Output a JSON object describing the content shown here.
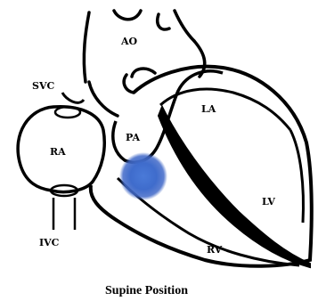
{
  "diagram": {
    "labels": {
      "ao": "AO",
      "svc": "SVC",
      "pa": "PA",
      "la": "LA",
      "ra": "RA",
      "lv": "LV",
      "ivc": "IVC",
      "rv": "RV"
    },
    "caption": "Supine Position",
    "marker_color": "#4169c8"
  }
}
